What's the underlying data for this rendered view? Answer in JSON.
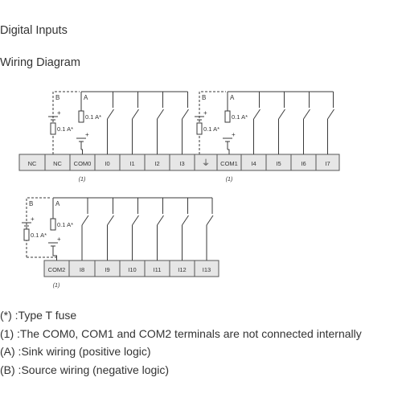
{
  "page": {
    "section_title": "Digital Inputs",
    "subtitle": "Wiring Diagram"
  },
  "blocks": [
    {
      "terminals": [
        "NC",
        "NC",
        "COM0",
        "I0",
        "I1",
        "I2",
        "I3",
        "⏚",
        "COM1",
        "I4",
        "I5",
        "I6",
        "I7"
      ],
      "com_notes": [
        "(1)",
        "(1)"
      ]
    },
    {
      "terminals": [
        "COM2",
        "I8",
        "I9",
        "I10",
        "I11",
        "I12",
        "I13"
      ],
      "com_notes": [
        "(1)"
      ]
    }
  ],
  "wiring_labels": {
    "source": "B",
    "sink": "A",
    "fuse": "0.1 A*",
    "plus": "+"
  },
  "notes": [
    "(*) :Type T fuse",
    "(1) :The COM0, COM1 and COM2 terminals are not connected internally",
    "(A) :Sink wiring (positive logic)",
    "(B) :Source wiring (negative logic)"
  ],
  "colors": {
    "line": "#3a3a3a",
    "terminal_fill": "#e6e6e6",
    "terminal_border": "#555555",
    "text": "#333333"
  }
}
